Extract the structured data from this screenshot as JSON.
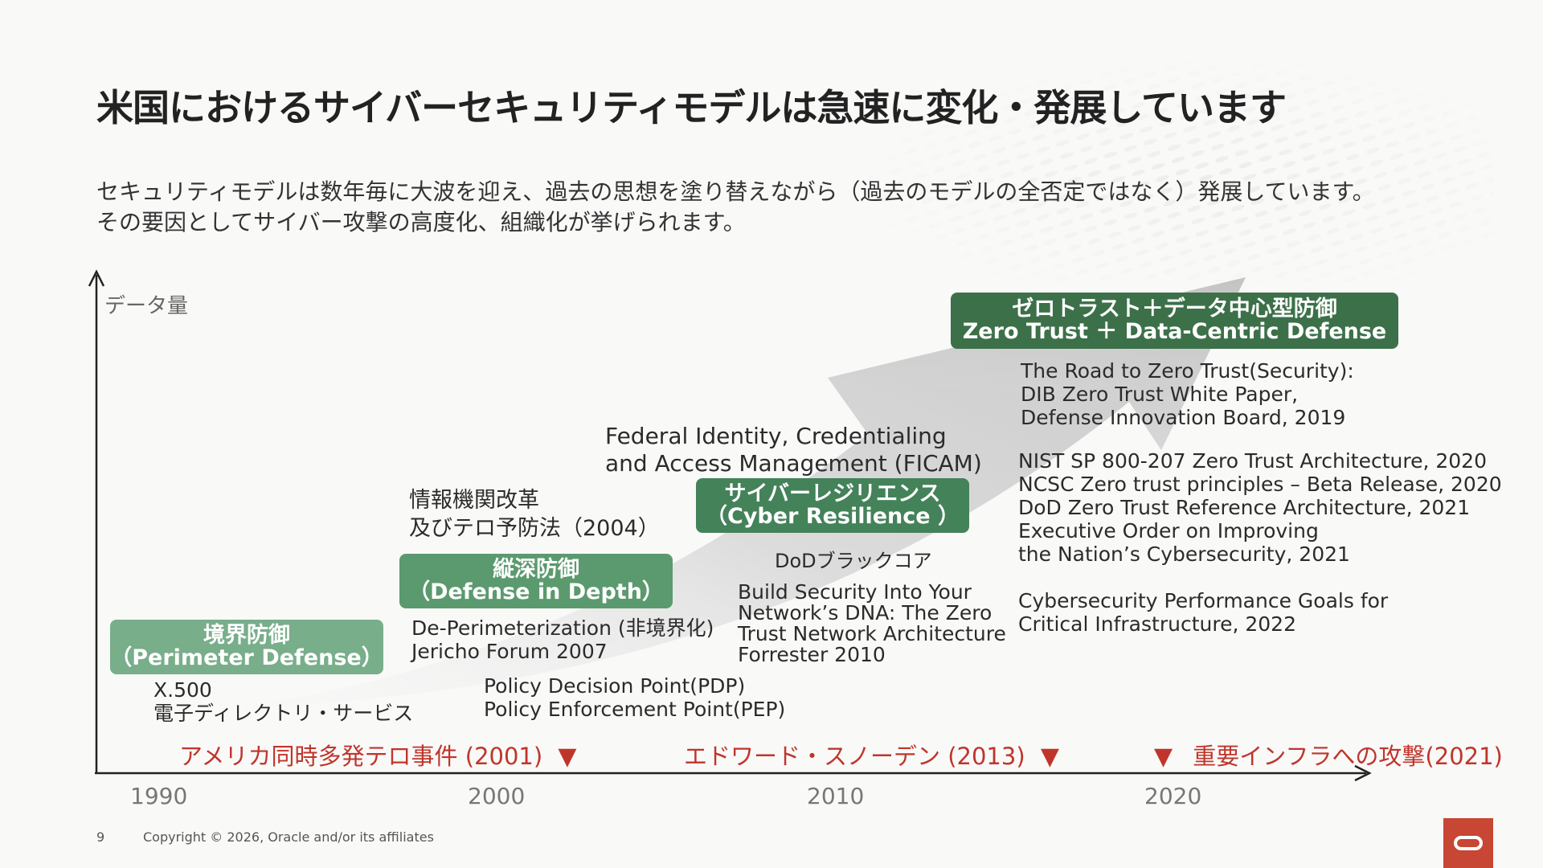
{
  "header": {
    "title": "米国におけるサイバーセキュリティモデルは急速に変化・発展しています",
    "subtitle_line1": "セキュリティモデルは数年毎に大波を迎え、過去の思想を塗り替えながら（過去のモデルの全否定ではなく）発展しています。",
    "subtitle_line2": "その要因としてサイバー攻撃の高度化、組織化が挙げられます。"
  },
  "axis": {
    "y_label": "データ量",
    "ticks": [
      "1990",
      "2000",
      "2010",
      "2020"
    ]
  },
  "models": {
    "perimeter": {
      "jp": "境界防御",
      "en": "（Perimeter Defense）"
    },
    "depth": {
      "jp": "縦深防御",
      "en": "（Defense in Depth）"
    },
    "resilience": {
      "jp": "サイバーレジリエンス",
      "en": "（Cyber Resilience ）"
    },
    "zerotrust": {
      "jp": "ゼロトラスト＋データ中心型防御",
      "en": "Zero Trust ＋ Data-Centric Defense"
    }
  },
  "notes": {
    "x500": {
      "line1": "X.500",
      "line2": "電子ディレクトリ・サービス"
    },
    "intel_reform": {
      "line1": "情報機関改革",
      "line2": "及びテロ予防法（2004）"
    },
    "deperim": {
      "line1": "De-Perimeterization (非境界化)",
      "line2": "Jericho Forum 2007"
    },
    "pdp": {
      "line1": "Policy Decision Point(PDP)",
      "line2": "Policy Enforcement Point(PEP)"
    },
    "ficam": {
      "line1": "Federal Identity, Credentialing",
      "line2": "and Access Management (FICAM)"
    },
    "dod_core": "DoDブラックコア",
    "forrester": {
      "line1": "Build Security Into Your",
      "line2": "Network’s DNA: The Zero",
      "line3": "Trust Network Architecture",
      "line4": "Forrester 2010"
    },
    "road": {
      "line1": "The Road to Zero Trust(Security):",
      "line2": "DIB Zero Trust White Paper,",
      "line3": "Defense Innovation Board, 2019"
    },
    "nist": {
      "line1": "NIST SP 800-207 Zero Trust Architecture, 2020",
      "line2": "NCSC Zero trust principles – Beta Release, 2020",
      "line3": "DoD Zero Trust Reference Architecture, 2021",
      "line4": "Executive Order on Improving",
      "line5": "the Nation’s Cybersecurity, 2021"
    },
    "cpg": {
      "line1": "Cybersecurity Performance Goals for",
      "line2": "Critical Infrastructure, 2022"
    }
  },
  "events": {
    "e2001": "アメリカ同時多発テロ事件 (2001)",
    "e2013": "エドワード・スノーデン (2013)",
    "e2021": "重要インフラへの攻撃(2021)",
    "marker": "▼"
  },
  "footer": {
    "page": "9",
    "copyright": "Copyright © 2026, Oracle and/or its affiliates"
  },
  "colors": {
    "accent_red": "#c0352b",
    "green_light": "#78ae8a",
    "green_mid": "#5b9a6e",
    "green_dark": "#44825a",
    "green_darkest": "#3c7049",
    "oracle_red": "#c74634"
  },
  "icons": {
    "logo": "oracle-logo-icon"
  }
}
